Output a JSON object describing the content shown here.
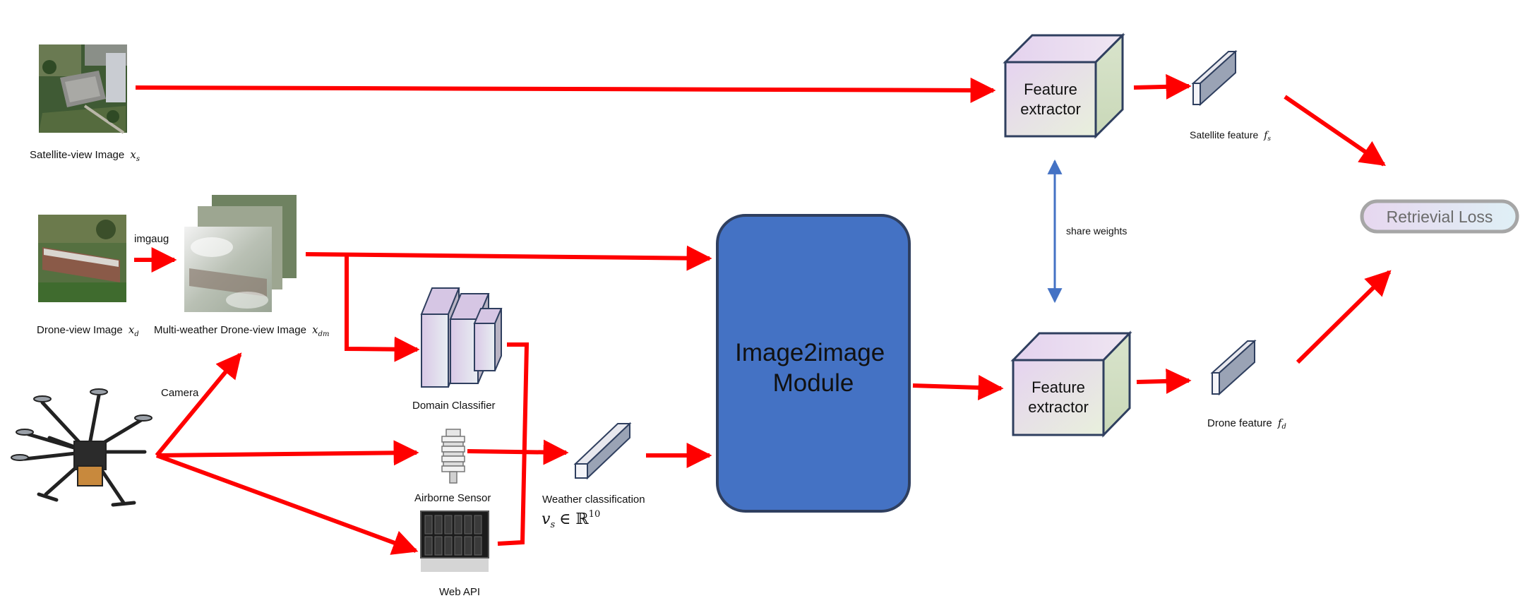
{
  "labels": {
    "satellite_image": "Satellite-view Image",
    "satellite_image_sym": "x",
    "satellite_image_sub": "s",
    "drone_image": "Drone-view Image",
    "drone_image_sym": "x",
    "drone_image_sub": "d",
    "imgaug": "imgaug",
    "multi_weather": "Multi-weather Drone-view Image",
    "multi_weather_sym": "x",
    "multi_weather_sub": "dm",
    "camera": "Camera",
    "domain_classifier": "Domain Classifier",
    "airborne_sensor": "Airborne Sensor",
    "web_api": "Web API",
    "weather_classification": "Weather classification",
    "weather_vector": "v",
    "weather_vector_sub": "s",
    "weather_vector_space": "∈ ℝ",
    "weather_vector_dim": "10",
    "feature_extractor_top": "Feature extractor",
    "feature_extractor_bottom": "Feature extractor",
    "share_weights": "share weights",
    "satellite_feature": "Satellite feature",
    "satellite_feature_sym": "f",
    "satellite_feature_sub": "s",
    "drone_feature": "Drone feature",
    "drone_feature_sym": "f",
    "drone_feature_sub": "d",
    "image2image": "Image2image Module",
    "retrieval_loss": "Retrievial Loss"
  },
  "colors": {
    "arrow": "#ff0000",
    "module_fill": "#4472c4",
    "module_stroke": "#2f3f5f",
    "share_arrow": "#4472c4",
    "cube_stroke": "#2f3f5f",
    "loss_fill": "#e8def0",
    "loss_stroke": "#a6a6a6"
  },
  "icons": {
    "satellite_photo": "satellite-aerial-photo",
    "drone_photo": "drone-aerial-photo",
    "weather_stack": "foggy-aerial-photo-stack",
    "drone": "octocopter-drone-icon",
    "sensor": "weather-sensor-icon",
    "server": "server-rack-icon"
  }
}
